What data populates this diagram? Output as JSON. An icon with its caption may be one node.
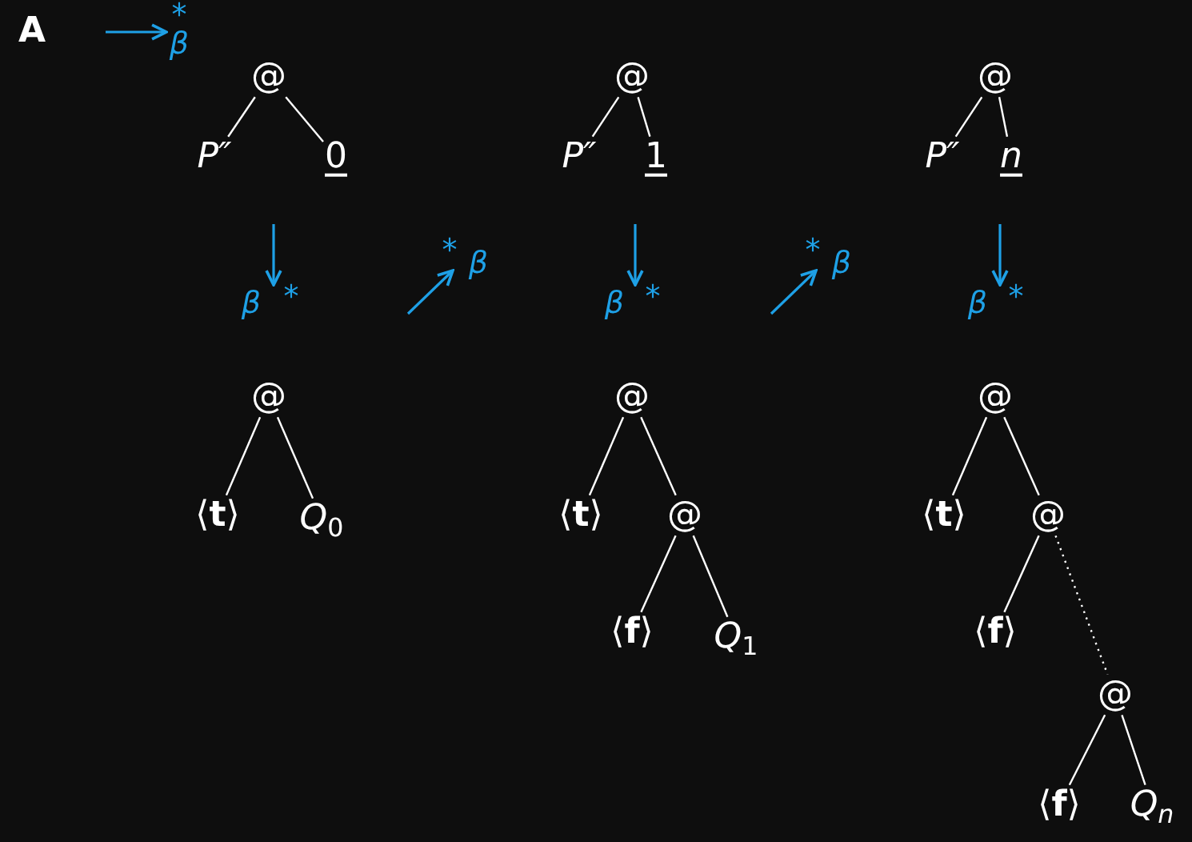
{
  "diagram": {
    "nodes": [
      {
        "text": [
          "@"
        ]
      },
      {
        "text": [
          "P″"
        ]
      },
      {
        "text": [
          "0"
        ]
      },
      {
        "text": [
          "@"
        ]
      },
      {
        "text": [
          "P″"
        ]
      },
      {
        "text": [
          "1"
        ]
      },
      {
        "text": [
          "@"
        ]
      },
      {
        "text": [
          "P″"
        ]
      },
      {
        "text": [
          "n"
        ]
      },
      {
        "text": [
          "@"
        ]
      },
      {
        "text": [
          "⟨**t**⟩"
        ]
      },
      {
        "text": [
          "*Q*$_{0}$"
        ]
      },
      {
        "text": [
          "@"
        ]
      },
      {
        "text": [
          "⟨**t**⟩"
        ]
      },
      {
        "text": [
          "@"
        ]
      },
      {
        "text": [
          "⟨**f**⟩"
        ]
      },
      {
        "text": [
          "*Q*$_{1}$"
        ]
      },
      {
        "text": [
          "@"
        ]
      },
      {
        "text": [
          "⟨**t**⟩"
        ]
      },
      {
        "text": [
          "@"
        ]
      },
      {
        "text": [
          "⟨**f**⟩"
        ]
      },
      {
        "text": [
          "@"
        ]
      },
      {
        "text": [
          "⟨**f**⟩"
        ]
      },
      {
        "text": [
          "Q$_{n}$"
        ]
      }
    ],
    "edges": [
      {
        "from": 0,
        "to": 1,
        "arrow": "none"
      },
      {
        "from": 0,
        "to": 2,
        "arrow": "none"
      },
      {
        "from": 3,
        "to": 4,
        "arrow": "none"
      },
      {
        "from": 3,
        "to": 5,
        "arrow": "none"
      },
      {
        "from": 6,
        "to": 7,
        "arrow": "none"
      },
      {
        "from": 6,
        "to": 8,
        "arrow": "none"
      },
      {
        "from": 9,
        "to": 10,
        "arrow": "none"
      },
      {
        "from": 9,
        "to": 11,
        "arrow": "none"
      },
      {
        "from": 12,
        "to": 13,
        "arrow": "none"
      },
      {
        "from": 12,
        "to": 14,
        "arrow": "none"
      },
      {
        "from": 14,
        "to": 15,
        "arrow": "none"
      },
      {
        "from": 14,
        "to": 16,
        "arrow": "none"
      },
      {
        "from": 17,
        "to": 18,
        "arrow": "none"
      },
      {
        "from": 17,
        "to": 19,
        "arrow": "none"
      },
      {
        "from": 19,
        "to": 20,
        "arrow": "none"
      },
      {
        "from": 19,
        "to": 21,
        "arrow": "none",
        "style": "dashed"
      },
      {
        "from": 21,
        "to": 22,
        "arrow": "none"
      },
      {
        "from": 21,
        "to": 23,
        "arrow": "none"
      }
    ],
    "labels": [
      "A",
      "*",
      "β",
      "β",
      "*",
      "*",
      "β",
      "β",
      "*",
      "*",
      "β",
      "β",
      "*"
    ]
  }
}
